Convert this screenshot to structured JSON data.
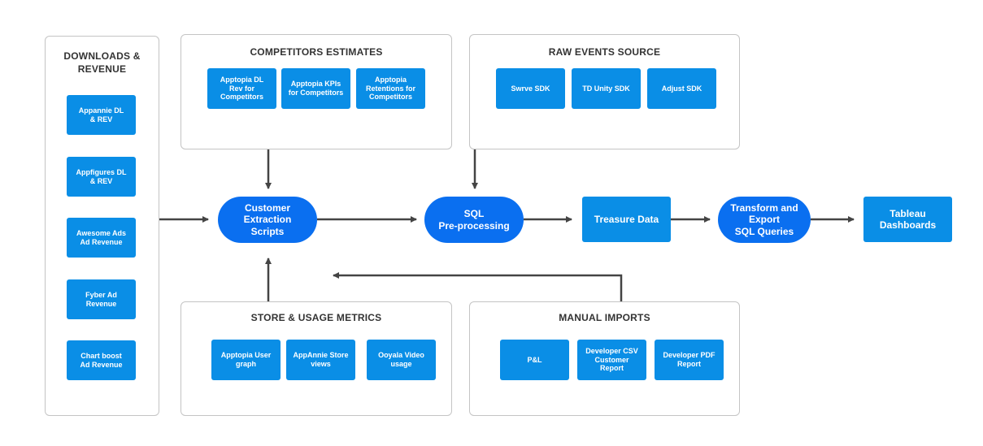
{
  "colors": {
    "box": "#0a8ee6",
    "pill": "#0a6ff0",
    "border": "#c4c4c4",
    "arrow": "#444444"
  },
  "panels": {
    "downloads": {
      "title": "DOWNLOADS &\nREVENUE",
      "items": [
        "Appannie DL\n& REV",
        "Appfigures DL\n& REV",
        "Awesome Ads\nAd Revenue",
        "Fyber Ad\nRevenue",
        "Chart boost\nAd Revenue"
      ]
    },
    "competitors": {
      "title": "COMPETITORS ESTIMATES",
      "items": [
        "Apptopia DL\nRev for\nCompetitors",
        "Apptopia KPIs\nfor Competitors",
        "Apptopia\nRetentions for\nCompetitors"
      ]
    },
    "raw_events": {
      "title": "RAW EVENTS SOURCE",
      "items": [
        "Swrve SDK",
        "TD Unity SDK",
        "Adjust SDK"
      ]
    },
    "store_usage": {
      "title": "STORE & USAGE METRICS",
      "items": [
        "Apptopia User\ngraph",
        "AppAnnie Store\nviews",
        "Ooyala Video\nusage"
      ]
    },
    "manual": {
      "title": "MANUAL IMPORTS",
      "items": [
        "P&L",
        "Developer CSV\nCustomer\nReport",
        "Developer PDF\nReport"
      ]
    }
  },
  "flow": {
    "extraction": "Customer\nExtraction\nScripts",
    "sql": "SQL\nPre-processing",
    "treasure": "Treasure Data",
    "transform": "Transform and\nExport\nSQL Queries",
    "tableau": "Tableau\nDashboards"
  }
}
